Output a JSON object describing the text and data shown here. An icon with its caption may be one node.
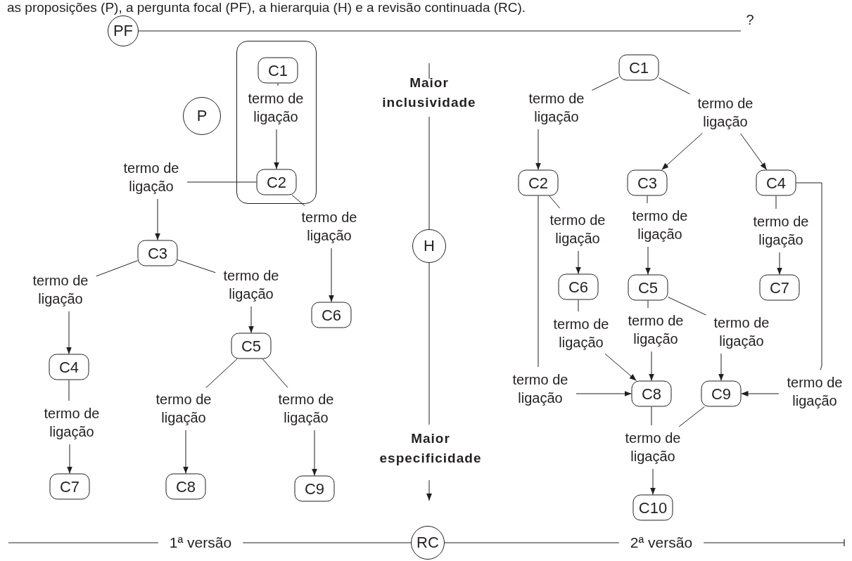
{
  "diagram": {
    "nodes": [
      {
        "text": [
          "PF"
        ]
      },
      {
        "text": [
          "?"
        ]
      },
      {
        "text": [],
        "shape": "box"
      },
      {
        "text": [
          "C1"
        ],
        "in": 2
      },
      {
        "text": [
          "termo de ligação"
        ],
        "in": 2
      },
      {
        "text": [
          "C2"
        ],
        "in": 2
      },
      {
        "text": [
          "P"
        ]
      },
      {
        "text": [
          "termo de ligação"
        ]
      },
      {
        "text": [
          "termo de ligação"
        ]
      },
      {
        "text": [
          "C3"
        ]
      },
      {
        "text": [
          "termo de ligação"
        ]
      },
      {
        "text": [
          "termo de ligação"
        ]
      },
      {
        "text": [
          "C6"
        ]
      },
      {
        "text": [
          "C5"
        ]
      },
      {
        "text": [
          "C4"
        ]
      },
      {
        "text": [
          "termo de ligação"
        ]
      },
      {
        "text": [
          "termo de ligação"
        ]
      },
      {
        "text": [
          "termo de ligação"
        ]
      },
      {
        "text": [
          "C7"
        ]
      },
      {
        "text": [
          "C8"
        ]
      },
      {
        "text": [
          "C9"
        ]
      },
      {
        "text": [
          "Maior inclusividade"
        ]
      },
      {
        "text": [
          "H"
        ]
      },
      {
        "text": [
          "Maior especificidade"
        ]
      },
      {
        "text": [
          "1ª versão"
        ]
      },
      {
        "text": [
          "RC"
        ]
      },
      {
        "text": [
          "2ª versão"
        ]
      },
      {
        "text": [
          "C1"
        ]
      },
      {
        "text": [
          "termo de ligação"
        ]
      },
      {
        "text": [
          "termo de ligação"
        ]
      },
      {
        "text": [
          "C2"
        ]
      },
      {
        "text": [
          "C3"
        ]
      },
      {
        "text": [
          "C4"
        ]
      },
      {
        "text": [
          "termo de ligação"
        ]
      },
      {
        "text": [
          "termo de ligação"
        ]
      },
      {
        "text": [
          "termo de ligação"
        ]
      },
      {
        "text": [
          "C6"
        ]
      },
      {
        "text": [
          "C5"
        ]
      },
      {
        "text": [
          "C7"
        ]
      },
      {
        "text": [
          "termo de ligação"
        ]
      },
      {
        "text": [
          "termo de ligação"
        ]
      },
      {
        "text": [
          "termo de ligação"
        ]
      },
      {
        "text": [
          "termo de ligação"
        ]
      },
      {
        "text": [
          "C8"
        ]
      },
      {
        "text": [
          "C9"
        ]
      },
      {
        "text": [
          "termo de ligação"
        ]
      },
      {
        "text": [
          "termo de ligação"
        ]
      },
      {
        "text": [
          "C10"
        ]
      }
    ],
    "edges": [
      {
        "from": 0,
        "to": 1,
        "arrow": "none"
      },
      {
        "from": 3,
        "to": 4,
        "arrow": "none"
      },
      {
        "from": 4,
        "to": 5,
        "arrow": "to"
      },
      {
        "from": 5,
        "to": 7,
        "arrow": "none"
      },
      {
        "from": 7,
        "to": 9,
        "arrow": "to"
      },
      {
        "from": 5,
        "to": 8,
        "arrow": "none"
      },
      {
        "from": 8,
        "to": 12,
        "arrow": "to"
      },
      {
        "from": 9,
        "to": 10,
        "arrow": "none"
      },
      {
        "from": 10,
        "to": 14,
        "arrow": "to"
      },
      {
        "from": 9,
        "to": 11,
        "arrow": "none"
      },
      {
        "from": 11,
        "to": 13,
        "arrow": "to"
      },
      {
        "from": 14,
        "to": 17,
        "arrow": "none"
      },
      {
        "from": 17,
        "to": 18,
        "arrow": "to"
      },
      {
        "from": 13,
        "to": 15,
        "arrow": "none"
      },
      {
        "from": 15,
        "to": 19,
        "arrow": "to"
      },
      {
        "from": 13,
        "to": 16,
        "arrow": "none"
      },
      {
        "from": 16,
        "to": 20,
        "arrow": "to"
      },
      {
        "from": 21,
        "to": 22,
        "arrow": "none"
      },
      {
        "from": 22,
        "to": 23,
        "arrow": "none"
      },
      {
        "from": null,
        "to": 24,
        "arrow": "none"
      },
      {
        "from": 24,
        "to": 25,
        "arrow": "none"
      },
      {
        "from": 25,
        "to": 26,
        "arrow": "none"
      },
      {
        "from": 26,
        "to": null,
        "arrow": "other"
      },
      {
        "from": 27,
        "to": 28,
        "arrow": "none"
      },
      {
        "from": 28,
        "to": 30,
        "arrow": "to"
      },
      {
        "from": 27,
        "to": 29,
        "arrow": "none"
      },
      {
        "from": 29,
        "to": 31,
        "arrow": "to"
      },
      {
        "from": 29,
        "to": 32,
        "arrow": "to"
      },
      {
        "from": 30,
        "to": 33,
        "arrow": "none"
      },
      {
        "from": 33,
        "to": 36,
        "arrow": "to"
      },
      {
        "from": 31,
        "to": 34,
        "arrow": "none"
      },
      {
        "from": 34,
        "to": 37,
        "arrow": "to"
      },
      {
        "from": 32,
        "to": 35,
        "arrow": "none"
      },
      {
        "from": 35,
        "to": 38,
        "arrow": "to"
      },
      {
        "from": 36,
        "to": 39,
        "arrow": "none"
      },
      {
        "from": 39,
        "to": 43,
        "arrow": "to"
      },
      {
        "from": 37,
        "to": 40,
        "arrow": "none"
      },
      {
        "from": 40,
        "to": 43,
        "arrow": "to"
      },
      {
        "from": 37,
        "to": 41,
        "arrow": "none"
      },
      {
        "from": 41,
        "to": 44,
        "arrow": "to"
      },
      {
        "from": 30,
        "to": 42,
        "arrow": "none"
      },
      {
        "from": 42,
        "to": 43,
        "arrow": "to"
      },
      {
        "from": 32,
        "to": 45,
        "arrow": "none"
      },
      {
        "from": 45,
        "to": 44,
        "arrow": "to"
      },
      {
        "from": 43,
        "to": 46,
        "arrow": "none"
      },
      {
        "from": 44,
        "to": 46,
        "arrow": "none"
      },
      {
        "from": 46,
        "to": 47,
        "arrow": "to"
      }
    ],
    "labels": [
      "as proposições (P), a pergunta focal (PF), a hierarquia (H) e a revisão continuada (RC)."
    ]
  }
}
